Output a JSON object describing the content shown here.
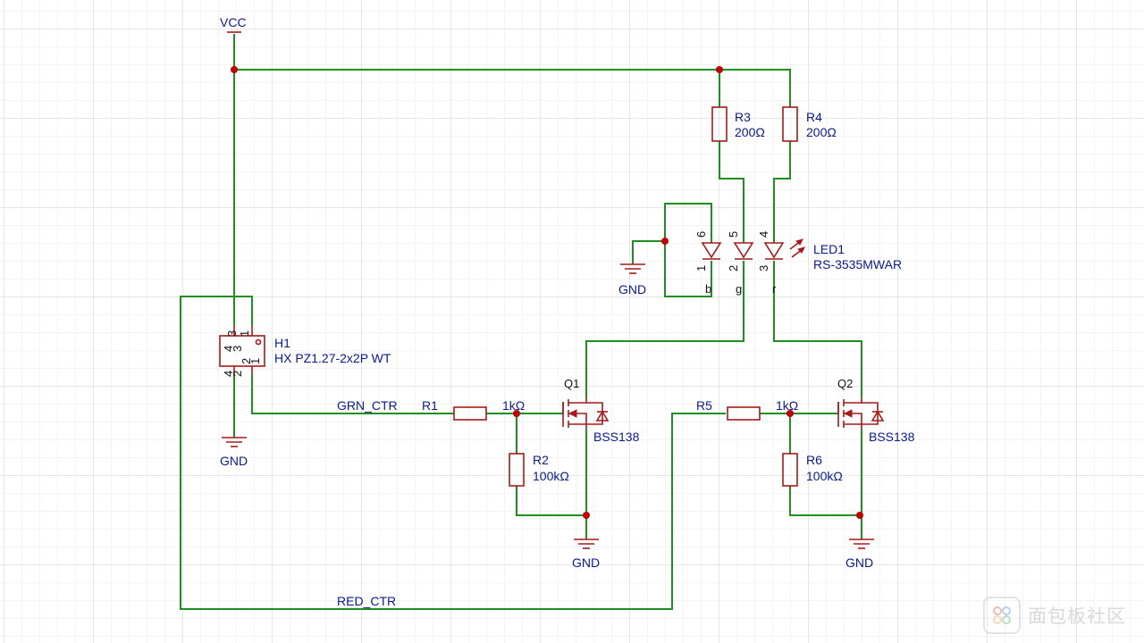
{
  "power": {
    "vcc": "VCC",
    "gnd": "GND"
  },
  "resistors": {
    "r1": {
      "ref": "R1",
      "value": "1kΩ"
    },
    "r2": {
      "ref": "R2",
      "value": "100kΩ"
    },
    "r3": {
      "ref": "R3",
      "value": "200Ω"
    },
    "r4": {
      "ref": "R4",
      "value": "200Ω"
    },
    "r5": {
      "ref": "R5",
      "value": "1kΩ"
    },
    "r6": {
      "ref": "R6",
      "value": "100kΩ"
    }
  },
  "transistors": {
    "q1": {
      "ref": "Q1",
      "part": "BSS138"
    },
    "q2": {
      "ref": "Q2",
      "part": "BSS138"
    }
  },
  "led": {
    "ref": "LED1",
    "part": "RS-3535MWAR",
    "pins_top": [
      "6",
      "5",
      "4"
    ],
    "pins_bottom": [
      "1",
      "2",
      "3"
    ],
    "colors": [
      "b",
      "g",
      "r"
    ]
  },
  "connector": {
    "ref": "H1",
    "part": "HX PZ1.27-2x2P WT",
    "pins_top": [
      "3",
      "1"
    ],
    "pins_body": [
      "4",
      "3",
      "2",
      "1"
    ],
    "pins_bottom": [
      "4",
      "2"
    ]
  },
  "nets": {
    "green": "GRN_CTR",
    "red": "RED_CTR"
  },
  "watermark": {
    "text": "面包板社区",
    "icon": "watermark-logo-icon"
  }
}
